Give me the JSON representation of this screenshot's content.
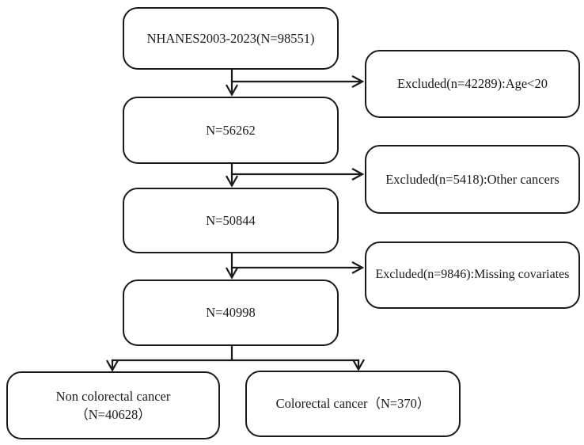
{
  "flowchart": {
    "nodes": {
      "total": {
        "label": "NHANES2003-2023(N=98551)"
      },
      "after_age": {
        "label": "N=56262"
      },
      "after_cancer": {
        "label": "N=50844"
      },
      "after_cov": {
        "label": "N=40998"
      },
      "excluded_age": {
        "label": "Excluded(n=42289):Age<20"
      },
      "excluded_other": {
        "label": "Excluded(n=5418):Other cancers"
      },
      "excluded_missing": {
        "label": "Excluded(n=9846):Missing covariates"
      },
      "non_colorectal": {
        "line1": "Non colorectal cancer",
        "line2": "（N=40628）"
      },
      "colorectal": {
        "label": "Colorectal cancer（N=370）"
      }
    },
    "colors": {
      "stroke": "#1a1a1a",
      "background": "#ffffff",
      "text": "#1a1a1a"
    }
  }
}
